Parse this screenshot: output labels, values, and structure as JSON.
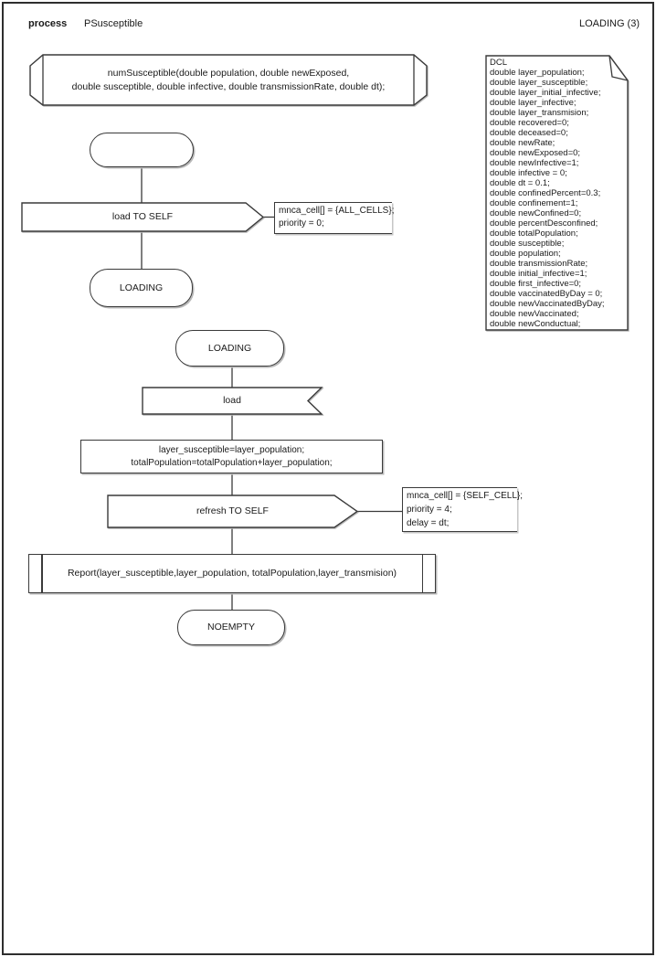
{
  "header": {
    "kind": "process",
    "title": "PSusceptible",
    "page": "LOADING (3)"
  },
  "procedure_start": {
    "signature": [
      "numSusceptible(double population, double newExposed,",
      "double susceptible, double infective, double transmissionRate, double dt);"
    ]
  },
  "dcl_note": {
    "title": "DCL",
    "declarations": [
      "double layer_population;",
      "double layer_susceptible;",
      "double layer_initial_infective;",
      "double layer_infective;",
      "double layer_transmision;",
      "double recovered=0;",
      "double deceased=0;",
      "double newRate;",
      "double newExposed=0;",
      "double newInfective=1;",
      "double infective = 0;",
      "double dt = 0.1;",
      "double confinedPercent=0.3;",
      "double confinement=1;",
      "double newConfined=0;",
      "double percentDesconfined;",
      "double totalPopulation;",
      "double susceptible;",
      "double population;",
      "double transmissionRate;",
      "double initial_infective=1;",
      "double first_infective=0;",
      "double vaccinatedByDay = 0;",
      "double newVaccinatedByDay;",
      "double newVaccinated;",
      "double newConductual;"
    ]
  },
  "start_branch": {
    "start_state_label": "",
    "send_label": "load TO SELF",
    "send_comment": [
      "mnca_cell[] = {ALL_CELLS};",
      "priority = 0;"
    ],
    "next_state_label": "LOADING"
  },
  "loading_branch": {
    "state_label": "LOADING",
    "input_label": "load",
    "task_lines": [
      "layer_susceptible=layer_population;",
      "totalPopulation=totalPopulation+layer_population;"
    ],
    "send_label": "refresh TO SELF",
    "send_comment": [
      "mnca_cell[] = {SELF_CELL};",
      "priority = 4;",
      "delay = dt;"
    ],
    "call_label": "Report(layer_susceptible,layer_population, totalPopulation,layer_transmision)",
    "end_state_label": "NOEMPTY"
  }
}
